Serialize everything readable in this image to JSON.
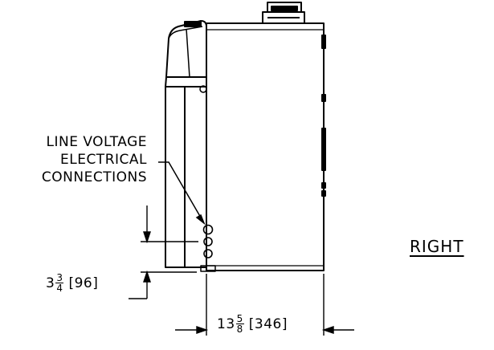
{
  "callout": {
    "line1": "LINE VOLTAGE",
    "line2": "ELECTRICAL",
    "line3": "CONNECTIONS"
  },
  "view_label": "RIGHT",
  "dimension_height": {
    "whole": "3",
    "numerator": "3",
    "denominator": "4",
    "metric": "[96]"
  },
  "dimension_depth": {
    "whole": "13",
    "numerator": "5",
    "denominator": "8",
    "metric": "[346]"
  }
}
